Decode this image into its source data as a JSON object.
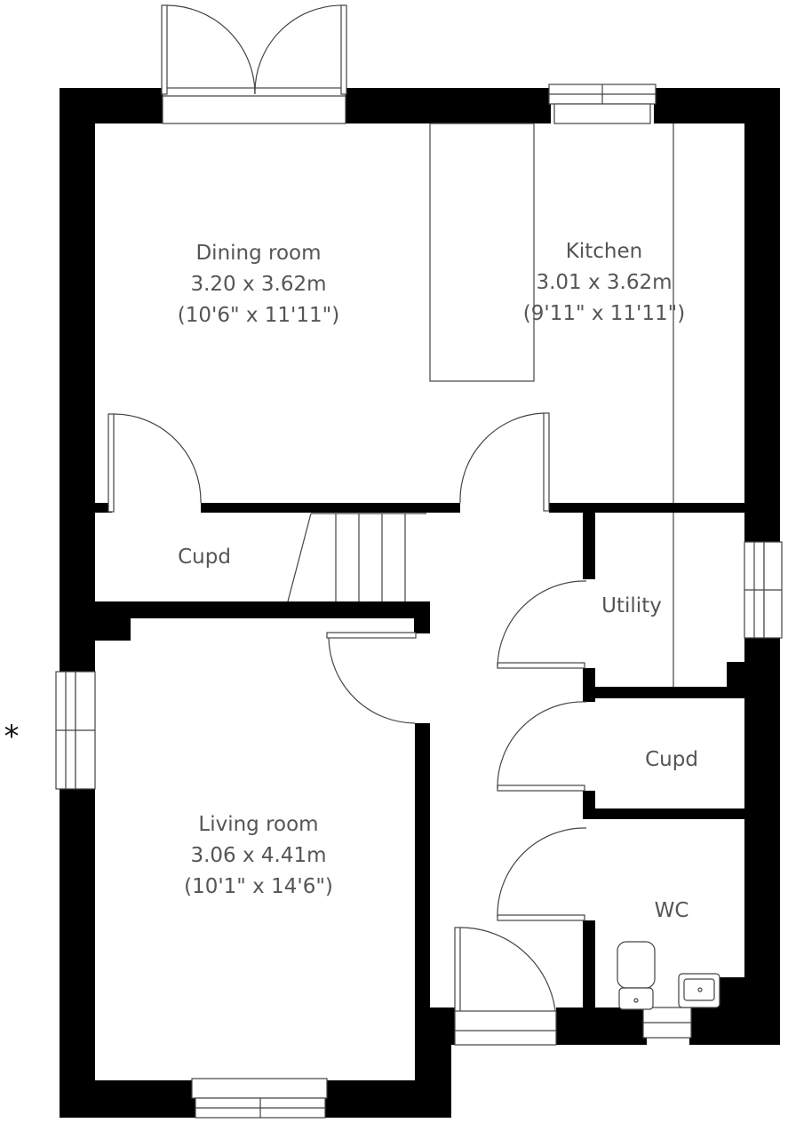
{
  "rooms": {
    "dining": {
      "name": "Dining room",
      "metric": "3.20 x 3.62m",
      "imperial": "(10'6\" x 11'11\")"
    },
    "kitchen": {
      "name": "Kitchen",
      "metric": "3.01 x 3.62m",
      "imperial": "(9'11\" x 11'11\")"
    },
    "cupd_left": {
      "name": "Cupd"
    },
    "utility": {
      "name": "Utility"
    },
    "cupd_right": {
      "name": "Cupd"
    },
    "wc": {
      "name": "WC"
    },
    "living": {
      "name": "Living room",
      "metric": "3.06 x 4.41m",
      "imperial": "(10'1\" x 14'6\")"
    }
  },
  "marker": {
    "symbol": "*"
  },
  "colors": {
    "wall": "#000000",
    "line": "#444444",
    "text": "#555555"
  }
}
